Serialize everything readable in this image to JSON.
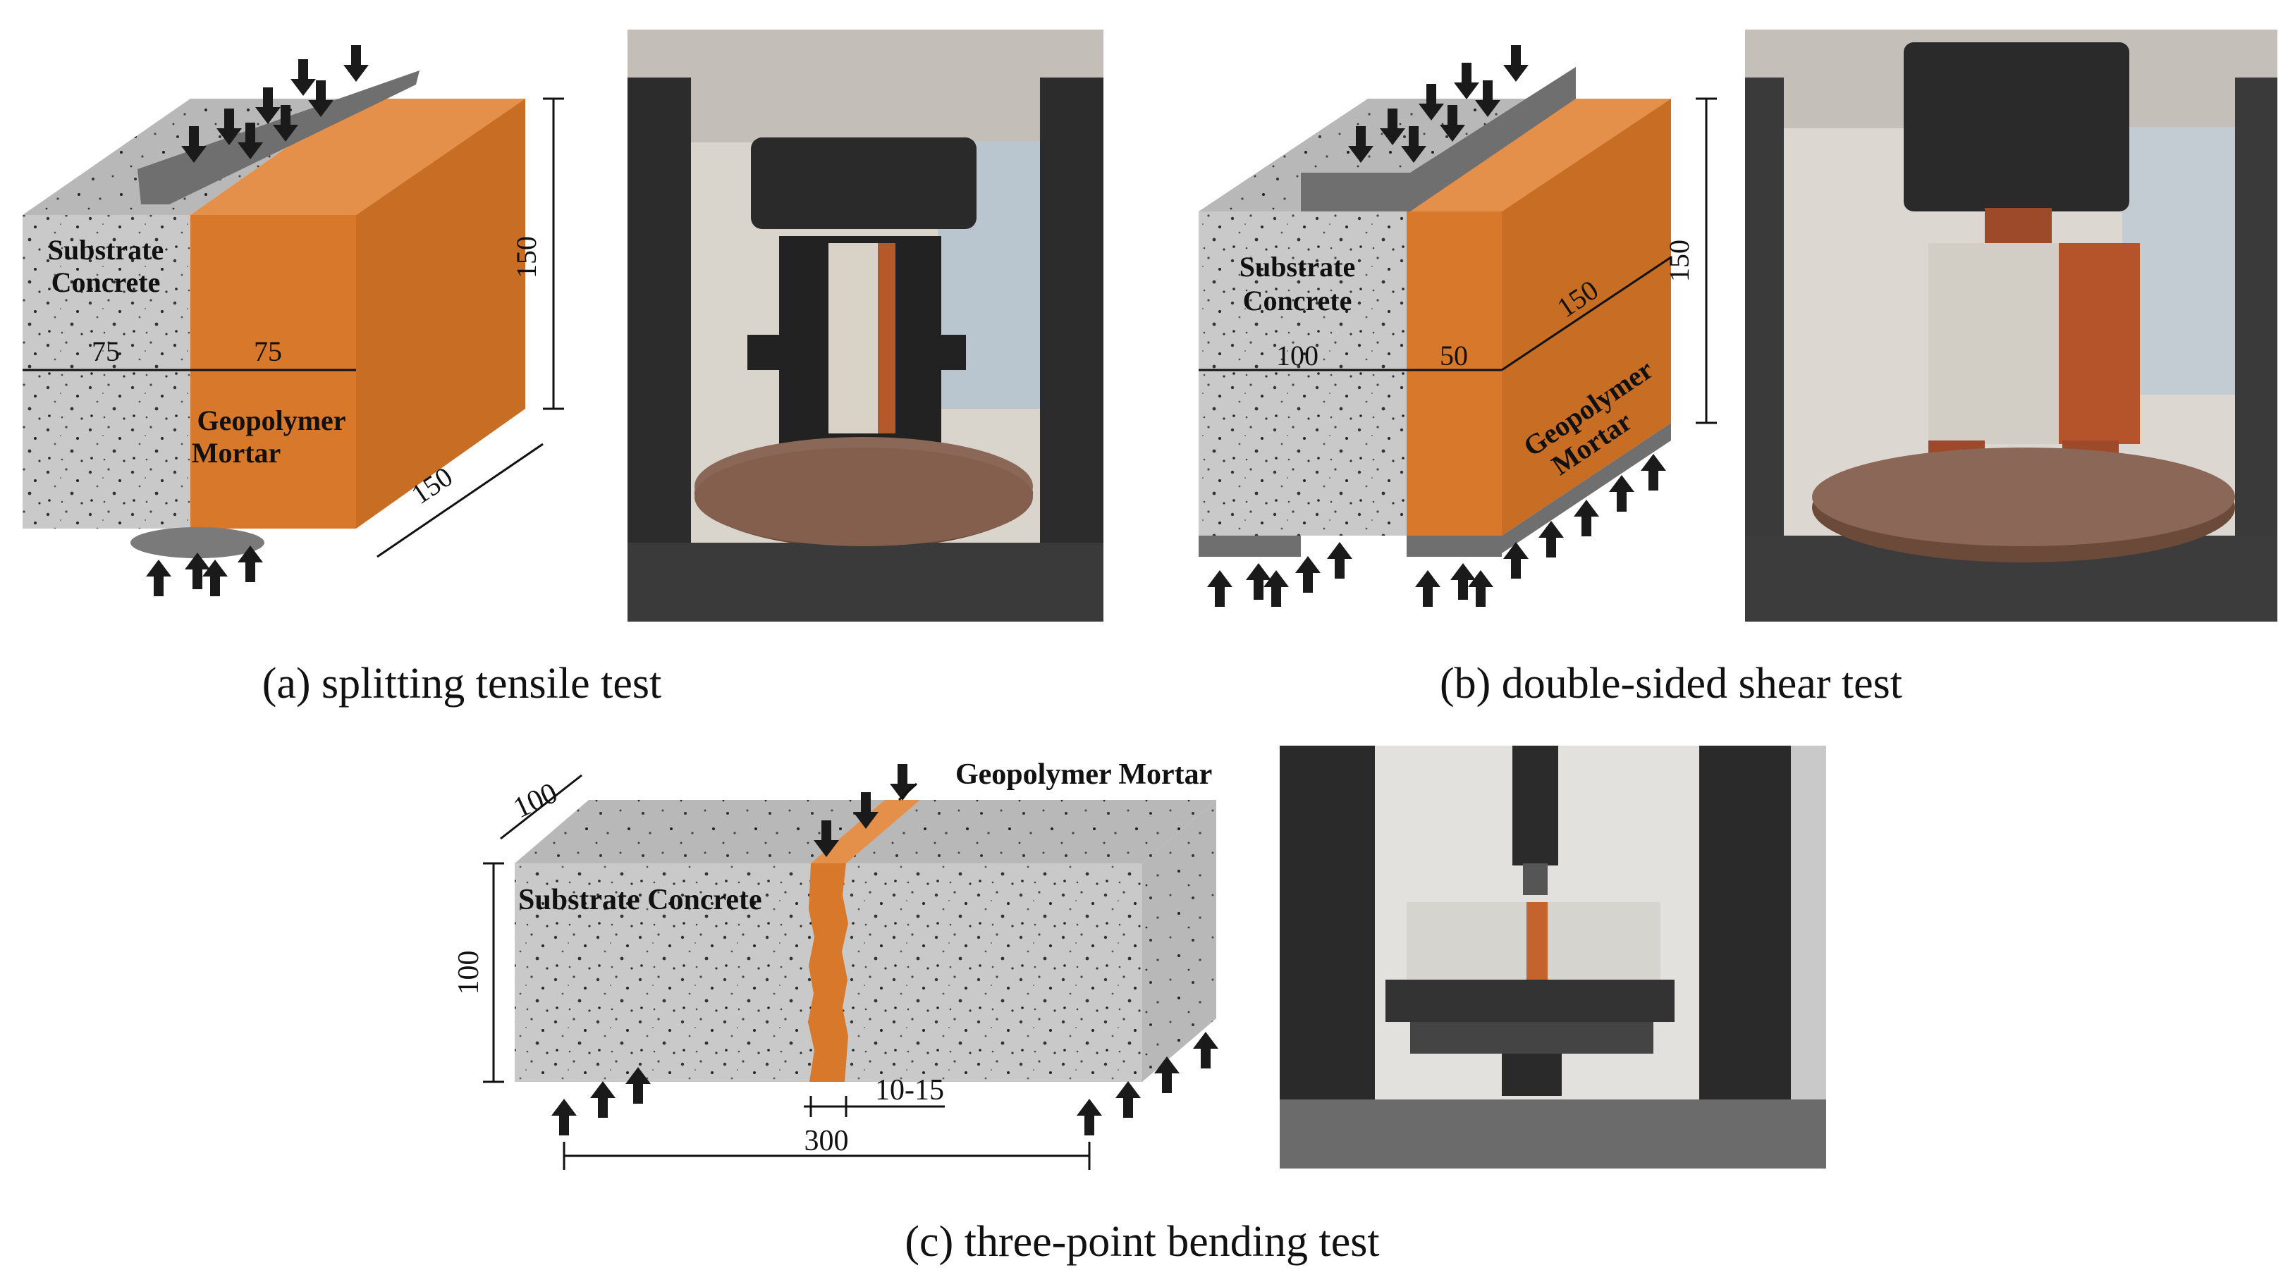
{
  "panel_a": {
    "caption": "(a) splitting tensile test",
    "substrate_label_line1": "Substrate",
    "substrate_label_line2": "Concrete",
    "mortar_label_line1": "Geopolymer",
    "mortar_label_line2": "Mortar",
    "dim_left": "75",
    "dim_right": "75",
    "dim_height": "150",
    "dim_depth": "150"
  },
  "panel_b": {
    "caption": "(b) double-sided shear test",
    "substrate_label_line1": "Substrate",
    "substrate_label_line2": "Concrete",
    "mortar_label_line1": "Geopolymer",
    "mortar_label_line2": "Mortar",
    "dim_left": "100",
    "dim_right": "50",
    "dim_height": "150",
    "dim_depth": "150"
  },
  "panel_c": {
    "caption": "(c) three-point bending test",
    "substrate_label": "Substrate Concrete",
    "mortar_label": "Geopolymer Mortar",
    "dim_depth": "100",
    "dim_height": "100",
    "dim_joint": "10-15",
    "dim_span": "300"
  },
  "colors": {
    "concrete_front": "#c9c9c9",
    "concrete_top": "#b7b7b7",
    "mortar_front": "#d8782a",
    "mortar_side": "#c86d24",
    "mortar_top": "#e4904a",
    "arrow": "#1a1a1a",
    "load_plate": "#6f6f6f"
  }
}
